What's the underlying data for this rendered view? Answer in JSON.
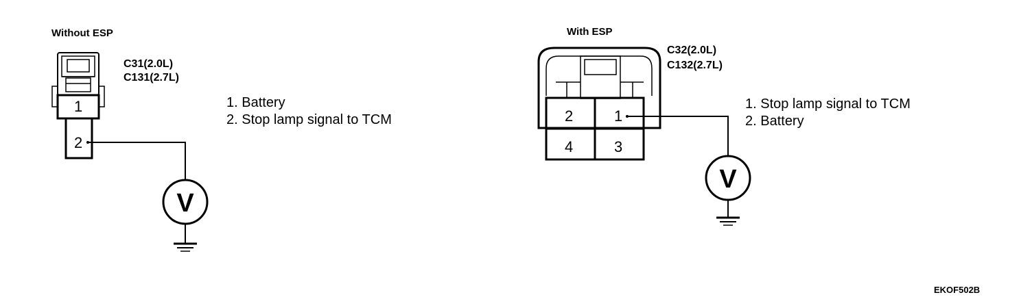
{
  "left": {
    "title": "Without ESP",
    "codes": [
      "C31(2.0L)",
      "C131(2.7L)"
    ],
    "pins": [
      "1",
      "2"
    ],
    "list": [
      "1. Battery",
      "2. Stop lamp signal to TCM"
    ],
    "meter": "V"
  },
  "right": {
    "title": "With ESP",
    "codes": [
      "C32(2.0L)",
      "C132(2.7L)"
    ],
    "pins": [
      "2",
      "1",
      "4",
      "3"
    ],
    "list": [
      "1. Stop lamp signal to TCM",
      "2. Battery"
    ],
    "meter": "V"
  },
  "figure_id": "EKOF502B"
}
